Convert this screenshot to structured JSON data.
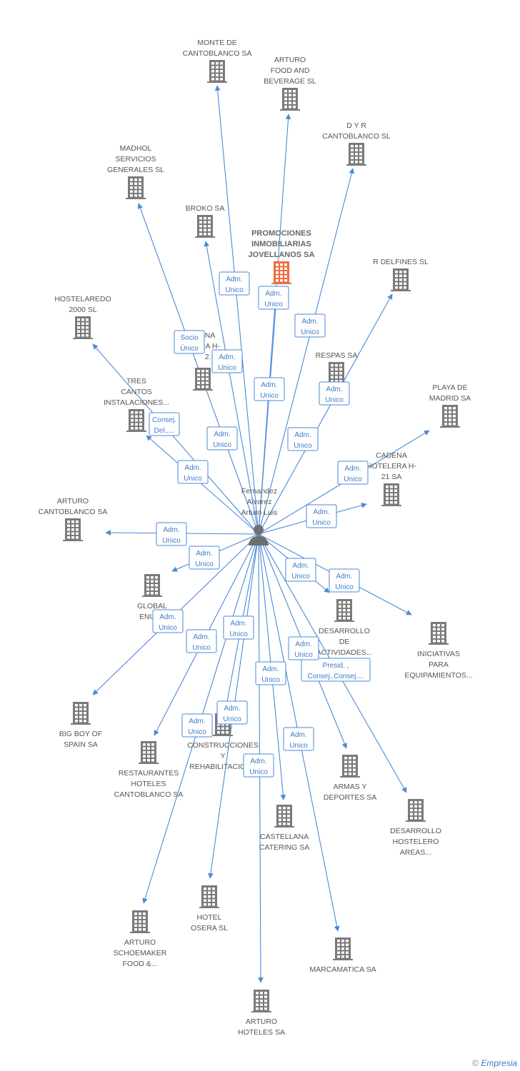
{
  "colors": {
    "edge": "#4a8ad8",
    "building": "#7a7a7a",
    "building_main": "#f26a3e",
    "person": "#6f6f6f",
    "label": "#555555",
    "role_text": "#3d7cc9"
  },
  "center": {
    "name_lines": [
      "Fernandez",
      "Alvarez",
      "Arturo Luis"
    ],
    "icon": "person-icon"
  },
  "companies": [
    {
      "id": "monte",
      "lines": [
        "MONTE DE",
        "CANTOBLANCO SA"
      ],
      "highlight": false
    },
    {
      "id": "arturo-food",
      "lines": [
        "ARTURO",
        "FOOD AND",
        "BEVERAGE SL"
      ],
      "highlight": false
    },
    {
      "id": "dyr",
      "lines": [
        "D Y R",
        "CANTOBLANCO SL"
      ],
      "highlight": false
    },
    {
      "id": "madhol",
      "lines": [
        "MADHOL",
        "SERVICIOS",
        "GENERALES SL"
      ],
      "highlight": false
    },
    {
      "id": "broko",
      "lines": [
        "BROKO SA"
      ],
      "highlight": false
    },
    {
      "id": "promociones",
      "lines": [
        "PROMOCIONES",
        "INMOBILIARIAS",
        "JOVELLANOS SA"
      ],
      "highlight": true
    },
    {
      "id": "rdelfines",
      "lines": [
        "R DELFINES SL"
      ],
      "highlight": false
    },
    {
      "id": "hostelaredo",
      "lines": [
        "HOSTELAREDO",
        "2000 SL"
      ],
      "highlight": false
    },
    {
      "id": "cadena-hidden",
      "lines": [
        "NA",
        "RA H-",
        "2..."
      ],
      "highlight": false
    },
    {
      "id": "respas",
      "lines": [
        "RESPAS SA"
      ],
      "highlight": false
    },
    {
      "id": "tres-cantos",
      "lines": [
        "TRES",
        "CANTOS",
        "INSTALACIONES..."
      ],
      "highlight": false
    },
    {
      "id": "playa",
      "lines": [
        "PLAYA DE",
        "MADRID SA"
      ],
      "highlight": false
    },
    {
      "id": "cadena-h21",
      "lines": [
        "CADENA",
        "HOTELERA H-",
        "21 SA"
      ],
      "highlight": false
    },
    {
      "id": "arturo-cantoblanco",
      "lines": [
        "ARTURO",
        "CANTOBLANCO SA"
      ],
      "highlight": false
    },
    {
      "id": "global",
      "lines": [
        "GLOBAL",
        "ENURT"
      ],
      "highlight": false
    },
    {
      "id": "desarrollo-act",
      "lines": [
        "DESARROLLO",
        "DE",
        "ACTIVIDADES..."
      ],
      "highlight": false
    },
    {
      "id": "iniciativas",
      "lines": [
        "INICIATIVAS",
        "PARA",
        "EQUIPAMIENTOS..."
      ],
      "highlight": false
    },
    {
      "id": "bigboy",
      "lines": [
        "BIG BOY OF",
        "SPAIN SA"
      ],
      "highlight": false
    },
    {
      "id": "construcciones",
      "lines": [
        "CONSTRUCCIONES",
        "Y",
        "REHABILITACIONE"
      ],
      "highlight": false
    },
    {
      "id": "restaurantes",
      "lines": [
        "RESTAURANTES",
        "HOTELES",
        "CANTOBLANCO SA"
      ],
      "highlight": false
    },
    {
      "id": "armas",
      "lines": [
        "ARMAS Y",
        "DEPORTES SA"
      ],
      "highlight": false
    },
    {
      "id": "desarrollo-host",
      "lines": [
        "DESARROLLO",
        "HOSTELERO",
        "AREAS..."
      ],
      "highlight": false
    },
    {
      "id": "castellana",
      "lines": [
        "CASTELLANA",
        "CATERING SA"
      ],
      "highlight": false
    },
    {
      "id": "hotel-osera",
      "lines": [
        "HOTEL",
        "OSERA SL"
      ],
      "highlight": false
    },
    {
      "id": "arturo-schoemaker",
      "lines": [
        "ARTURO",
        "SCHOEMAKER",
        "FOOD &..."
      ],
      "highlight": false
    },
    {
      "id": "marcamatica",
      "lines": [
        "MARCAMATICA SA"
      ],
      "highlight": false
    },
    {
      "id": "arturo-hoteles",
      "lines": [
        "ARTURO",
        "HOTELES SA"
      ],
      "highlight": false
    }
  ],
  "roles": [
    {
      "id": "r1",
      "lines": [
        "Adm.",
        "Unico"
      ]
    },
    {
      "id": "r2",
      "lines": [
        "Adm.",
        "Unico"
      ]
    },
    {
      "id": "r3",
      "lines": [
        "Adm.",
        "Unico"
      ]
    },
    {
      "id": "r4",
      "lines": [
        "Socio",
        "Único"
      ]
    },
    {
      "id": "r5",
      "lines": [
        "Adm.",
        "Unico"
      ]
    },
    {
      "id": "r6",
      "lines": [
        "Adm.",
        "Unico"
      ]
    },
    {
      "id": "r7",
      "lines": [
        "Adm.",
        "Unico"
      ]
    },
    {
      "id": "r8",
      "lines": [
        "Consej.",
        "Del.,..."
      ]
    },
    {
      "id": "r9",
      "lines": [
        "Adm.",
        "Unico"
      ]
    },
    {
      "id": "r10",
      "lines": [
        "Adm.",
        "Unico"
      ]
    },
    {
      "id": "r11",
      "lines": [
        "Adm.",
        "Unico"
      ]
    },
    {
      "id": "r12",
      "lines": [
        "Adm.",
        "Unico"
      ]
    },
    {
      "id": "r13",
      "lines": [
        "Adm.",
        "Unico"
      ]
    },
    {
      "id": "r14",
      "lines": [
        "Adm.",
        "Unico"
      ]
    },
    {
      "id": "r15",
      "lines": [
        "Adm.",
        "Unico"
      ]
    },
    {
      "id": "r16",
      "lines": [
        "Adm.",
        "Unico"
      ]
    },
    {
      "id": "r17",
      "lines": [
        "Adm.",
        "Unico"
      ]
    },
    {
      "id": "r18",
      "lines": [
        "Adm.",
        "Unico"
      ]
    },
    {
      "id": "r19",
      "lines": [
        "Adm.",
        "Unico"
      ]
    },
    {
      "id": "r20",
      "lines": [
        "Adm.",
        "Unico"
      ]
    },
    {
      "id": "r21",
      "lines": [
        "Presid. ,",
        "Consej.,Consej...."
      ]
    },
    {
      "id": "r22",
      "lines": [
        "Adm.",
        "Unico"
      ]
    },
    {
      "id": "r23",
      "lines": [
        "Adm.",
        "Unico"
      ]
    },
    {
      "id": "r24",
      "lines": [
        "Adm.",
        "Unico"
      ]
    },
    {
      "id": "r25",
      "lines": [
        "Adm.",
        "Unico"
      ]
    },
    {
      "id": "r26",
      "lines": [
        "Adm.",
        "Unico"
      ]
    },
    {
      "id": "r27",
      "lines": [
        "Adm.",
        "Unico"
      ]
    }
  ],
  "footer": {
    "copyright": "©",
    "brand": "Empresia"
  }
}
